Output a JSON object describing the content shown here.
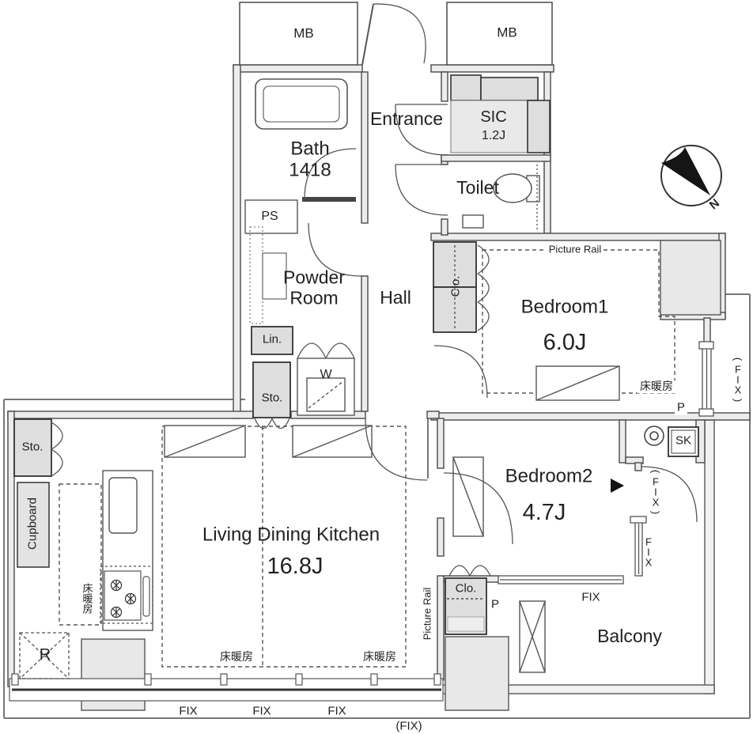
{
  "labels": {
    "mb": "MB",
    "bath": "Bath",
    "bath_size": "1418",
    "entrance": "Entrance",
    "sic": "SIC",
    "sic_size": "1.2J",
    "toilet": "Toilet",
    "ps": "PS",
    "powder_room": "Powder Room",
    "hall": "Hall",
    "lin": "Lin.",
    "sto": "Sto.",
    "washer": "W",
    "clo": "Clo.",
    "cupboard": "Cupboard",
    "picture_rail": "Picture Rail",
    "bedroom1": "Bedroom1",
    "bedroom1_size": "6.0J",
    "bedroom2": "Bedroom2",
    "bedroom2_size": "4.7J",
    "ldk": "Living Dining Kitchen",
    "ldk_size": "16.8J",
    "balcony": "Balcony",
    "fridge": "R",
    "sink": "SK",
    "pipe": "P",
    "floor_heating": "床暖房",
    "fix": "FIX",
    "fix_paren": "(FIX)",
    "compass_north": "N"
  }
}
